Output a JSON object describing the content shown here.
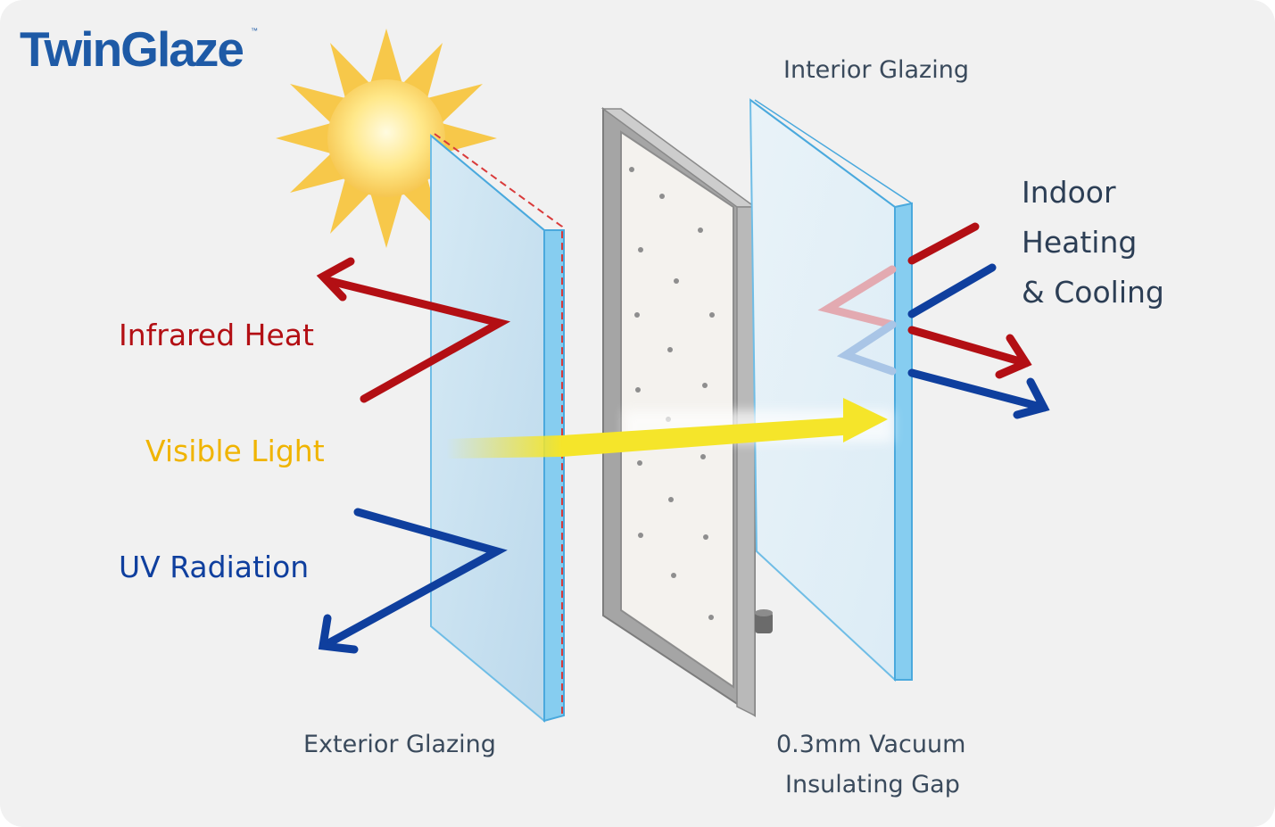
{
  "brand": {
    "logo_text": "TwinGlaze",
    "trademark": "™"
  },
  "labels": {
    "interior_glazing": "Interior Glazing",
    "exterior_glazing": "Exterior Glazing",
    "vacuum_gap_line1": "0.3mm Vacuum",
    "vacuum_gap_line2": "Insulating Gap",
    "infrared_heat": "Infrared Heat",
    "visible_light": "Visible Light",
    "uv_radiation": "UV Radiation",
    "indoor_line1": "Indoor",
    "indoor_line2": "Heating",
    "indoor_line3": "& Cooling"
  },
  "colors": {
    "infrared": "#b30f14",
    "visible_light": "#f5e52a",
    "uv": "#0f3f9e",
    "glass": "#c8e2f2",
    "glass_edge": "#5fb8e8",
    "frame": "#a7a7a7",
    "logo": "#1e5aa6",
    "background": "#f1f1f1"
  },
  "icons": {
    "sun": "sun-icon"
  }
}
